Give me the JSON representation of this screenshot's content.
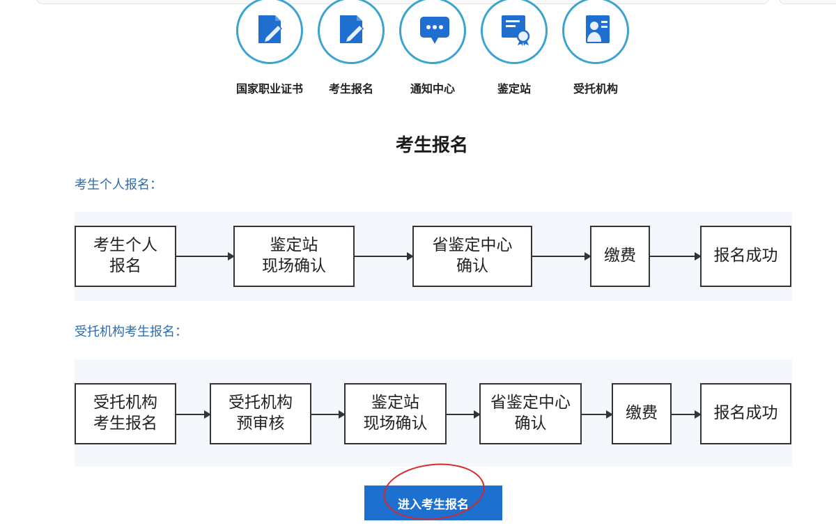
{
  "nav": {
    "items": [
      {
        "label": "国家职业证书",
        "icon": "certificate-edit-icon"
      },
      {
        "label": "考生报名",
        "icon": "register-edit-icon"
      },
      {
        "label": "通知中心",
        "icon": "chat-bubble-icon"
      },
      {
        "label": "鉴定站",
        "icon": "certificate-badge-icon"
      },
      {
        "label": "受托机构",
        "icon": "agency-person-icon"
      }
    ]
  },
  "main": {
    "title": "考生报名",
    "personal": {
      "heading": "考生个人报名：",
      "steps": [
        "考生个人\n报名",
        "鉴定站\n现场确认",
        "省鉴定中心\n确认",
        "缴费",
        "报名成功"
      ]
    },
    "agency": {
      "heading": "受托机构考生报名：",
      "steps": [
        "受托机构\n考生报名",
        "受托机构\n预审核",
        "鉴定站\n现场确认",
        "省鉴定中心\n确认",
        "缴费",
        "报名成功"
      ]
    },
    "enter_button": "进入考生报名"
  },
  "colors": {
    "accent_blue": "#1d6fd0",
    "icon_circle": "#3aa3cf",
    "heading_blue": "#2b6cb0",
    "annotation_red": "#d6282d"
  }
}
